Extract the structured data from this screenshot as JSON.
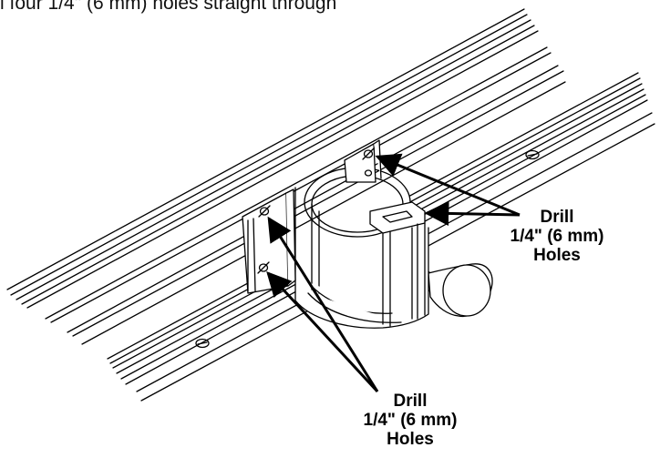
{
  "instruction": "l four 1/4\" (6 mm) holes straight through",
  "callouts": {
    "right": {
      "line1": "Drill",
      "line2": "1/4\" (6 mm)",
      "line3": "Holes"
    },
    "bottom": {
      "line1": "Drill",
      "line2": "1/4\" (6 mm)",
      "line3": "Holes"
    }
  },
  "colors": {
    "line": "#000000",
    "background": "#ffffff"
  }
}
